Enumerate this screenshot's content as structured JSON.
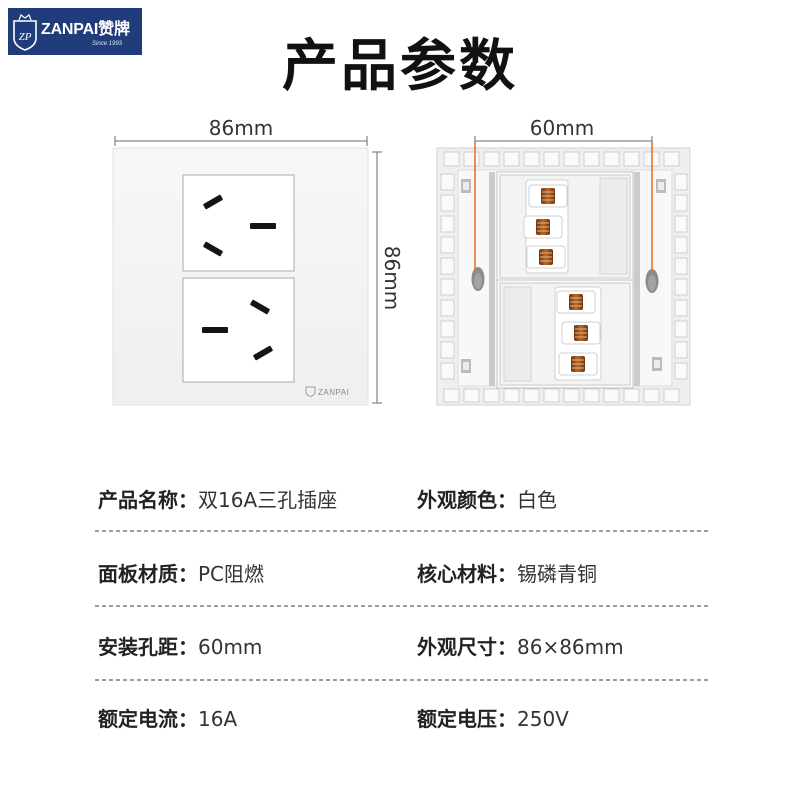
{
  "brand": {
    "name": "ZANPAI赞牌",
    "mark": "ZP",
    "since": "Since 1993"
  },
  "title": "产品参数",
  "front_view": {
    "width_label": "86mm",
    "height_label": "86mm",
    "panel_logo": "ZANPAI"
  },
  "back_view": {
    "hole_distance_label": "60mm"
  },
  "specs": [
    {
      "left": {
        "label": "产品名称：",
        "value": "双16A三孔插座"
      },
      "right": {
        "label": "外观颜色：",
        "value": "白色"
      }
    },
    {
      "left": {
        "label": "面板材质：",
        "value": "PC阻燃"
      },
      "right": {
        "label": "核心材料：",
        "value": "锡磷青铜"
      }
    },
    {
      "left": {
        "label": "安装孔距：",
        "value": "60mm"
      },
      "right": {
        "label": "外观尺寸：",
        "value": "86×86mm"
      }
    },
    {
      "left": {
        "label": "额定电流：",
        "value": "16A"
      },
      "right": {
        "label": "额定电压：",
        "value": "250V"
      }
    }
  ],
  "colors": {
    "brand_navy": "#213c7a",
    "guide_orange": "#e8742a",
    "copper": "#b8692a"
  }
}
